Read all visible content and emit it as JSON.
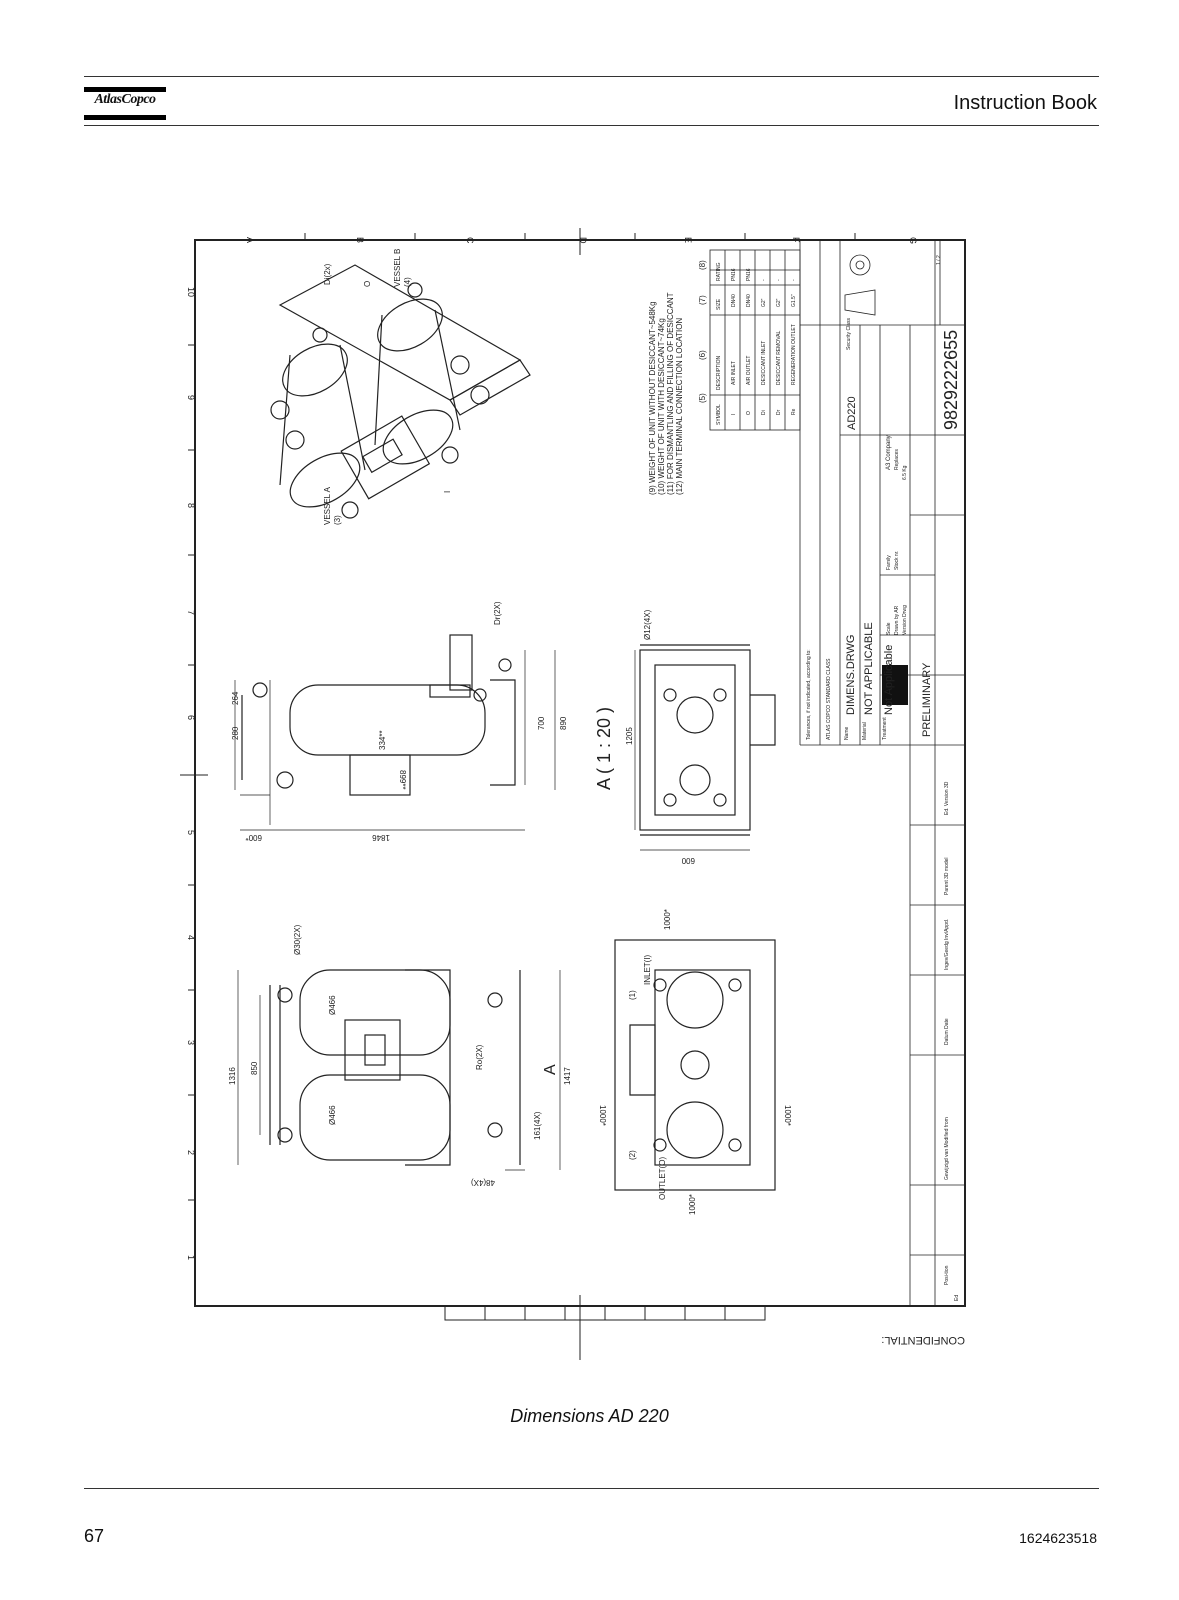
{
  "header": {
    "logo_text": "AtlasCopco",
    "title": "Instruction Book"
  },
  "drawing": {
    "confidential": "CONFIDENTIAL:",
    "views": {
      "vessel_a": "VESSEL A",
      "vessel_a_num": "(3)",
      "vessel_b": "VESSEL B",
      "vessel_b_num": "(4)",
      "section": "A ( 1 : 20 )",
      "arrow_a": "A",
      "inlet": "INLET(I)",
      "inlet_num": "(1)",
      "outlet": "OUTLET(O)",
      "outlet_num": "(2)"
    },
    "labels": {
      "di2x": "Di(2x)",
      "o": "O",
      "i": "I",
      "dr2x": "Dr(2X)",
      "ro2x": "Ro(2X)",
      "d12": "Ø12(4X)",
      "d30": "Ø30(2X)",
      "d466a": "Ø466",
      "d466b": "Ø466",
      "d161": "161(4X)",
      "d48": "48(4X)"
    },
    "dims": {
      "d1316": "1316",
      "d850": "850",
      "d1417": "1417",
      "d1000a": "1000*",
      "d1000b": "1000*",
      "d1000c": "1000*",
      "d1000d": "1000*",
      "d280": "280",
      "d264": "264",
      "d334": "334**",
      "d899": "899**",
      "d700": "700",
      "d890": "890",
      "d1846": "1846",
      "d600a": "600*",
      "d1205": "1205",
      "d600b": "600"
    },
    "notes": [
      "(9) WEIGHT OF UNIT WITHOUT DESICCANT~548Kg",
      "(10) WEIGHT OF UNIT WITH DESICCANT~74Kg",
      "(11) FOR DISMANTLING AND FILLING OF DESICCANT",
      "(12) MAIN TERMINAL CONNECTION LOCATION"
    ],
    "conn_table": {
      "headers": [
        "SYMBOL",
        "DESCRIPTION",
        "SIZE",
        "RATING"
      ],
      "header_nums": [
        "(5)",
        "(6)",
        "(7)",
        "(8)"
      ],
      "rows": [
        [
          "I",
          "AIR INLET",
          "DN40",
          "PN16"
        ],
        [
          "O",
          "AIR OUTLET",
          "DN40",
          "PN16"
        ],
        [
          "Di",
          "DESICCANT INLET",
          "G2\"",
          "-"
        ],
        [
          "Dr",
          "DESICCANT REMOVAL",
          "G2\"",
          "-"
        ],
        [
          "Re",
          "REGENERATION OUTLET",
          "G1.5\"",
          "-"
        ]
      ]
    },
    "title_block": {
      "tolerances": "Tolerances, if not indicated, according to:",
      "standard": "ATLAS COPCO STANDARD CLASS",
      "name_label": "Name",
      "name_value": "DIMENS.DRWG",
      "material_label": "Material",
      "material_value": "NOT APPLICABLE",
      "treatment_label": "Treatment",
      "treatment_value": "Not Applicable",
      "model": "AD220",
      "security_class": "Security Class",
      "scale_label": "Scale",
      "drawn_by": "Drawn by AR",
      "version": "Version Drwg",
      "family": "Family",
      "stock": "Stock nr.",
      "weight": "6.5 Kg",
      "company": "A3 Company",
      "replaces": "Replaces",
      "status": "PRELIMINARY",
      "drawing_number": "9829222655",
      "sheet": "1 / 2",
      "ed_version": "Ed. Version 3D",
      "parent_model": "Parent 3D model",
      "datum": "Datum Date",
      "engineer": "Ingev/Geedg Inv/Appd.",
      "geodesic": "Gewijzigd van Modified from",
      "pos": "Posi-tion",
      "ed": "Ed"
    },
    "grid_numbers": [
      "1",
      "2",
      "3",
      "4",
      "5",
      "6",
      "7",
      "8",
      "9",
      "10"
    ],
    "grid_letters": [
      "A",
      "B",
      "C",
      "D",
      "E",
      "F",
      "G"
    ]
  },
  "caption": "Dimensions AD 220",
  "footer": {
    "page_number": "67",
    "document_number": "1624623518"
  }
}
